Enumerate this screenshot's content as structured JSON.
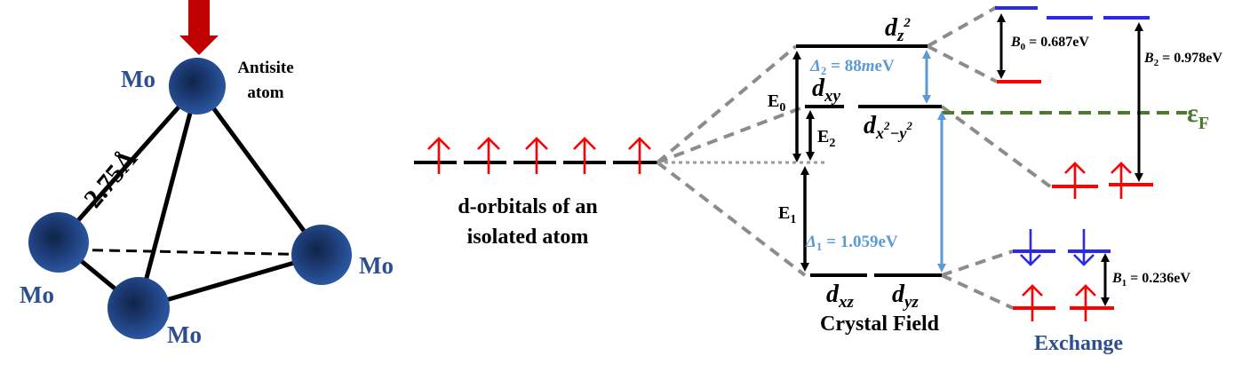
{
  "structure": {
    "atom_label": "Mo",
    "antisite_line1": "Antisite",
    "antisite_line2": "atom",
    "bond_length": "2.75Å"
  },
  "levels": {
    "isolated_line1": "d-orbitals of an",
    "isolated_line2": "isolated atom",
    "crystal_field": "Crystal Field",
    "exchange": "Exchange",
    "fermi_symbol": "ε",
    "fermi_sub": "F",
    "E0": "E",
    "E0_sub": "0",
    "E1": "E",
    "E1_sub": "1",
    "E2": "E",
    "E2_sub": "2",
    "dz2": "d",
    "dz2_sub": "z",
    "dz2_sup": "2",
    "dxy": "d",
    "dxy_sub": "xy",
    "dx2y2": "d",
    "dx2y2_sub": "x",
    "dx2y2_sub_sup": "2",
    "dx2y2_sub_rest": "−y",
    "dx2y2_sub_sup2": "2",
    "dxz": "d",
    "dxz_sub": "xz",
    "dyz": "d",
    "dyz_sub": "yz",
    "delta2": "Δ",
    "delta2_sub": "2",
    "delta2_value": " = 88",
    "delta2_unit_ital": "m",
    "delta2_unit": "eV",
    "delta1": "Δ",
    "delta1_sub": "1",
    "delta1_value": " = 1.059eV",
    "B0": "B",
    "B0_sub": "0",
    "B0_value": " = 0.687eV",
    "B1": "B",
    "B1_sub": "1",
    "B1_value": " = 0.236eV",
    "B2": "B",
    "B2_sub": "2",
    "B2_value": " = 0.978eV"
  },
  "colors": {
    "atom": "#1f3d7a",
    "spin_up": "#ff0000",
    "spin_down": "#2a2ae6",
    "fermi": "#4a7a2e",
    "delta": "#5b9bd5",
    "label_blue": "#2e4f8f",
    "dash": "#8c8c8c"
  }
}
